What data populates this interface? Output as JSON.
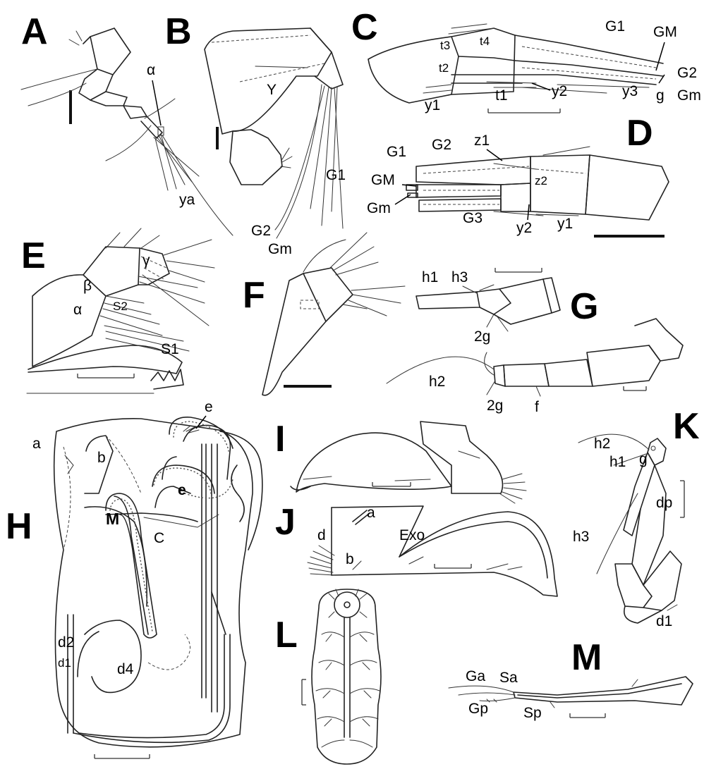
{
  "panels": {
    "A": {
      "letter": "A",
      "labels": {
        "alpha": "α",
        "ya": "ya"
      }
    },
    "B": {
      "letter": "B",
      "labels": {
        "gamma": "Y",
        "G1": "G1",
        "G2": "G2",
        "Gm": "Gm"
      }
    },
    "C": {
      "letter": "C",
      "labels": {
        "G1": "G1",
        "GM": "GM",
        "t3": "t3",
        "t4": "t4",
        "t2": "t2",
        "G2": "G2",
        "y2": "y2",
        "y3": "y3",
        "y1": "y1",
        "t1": "t1",
        "g": "g",
        "Gm": "Gm"
      }
    },
    "D": {
      "letter": "D",
      "labels": {
        "G1": "G1",
        "G2": "G2",
        "z1": "z1",
        "z2": "z2",
        "GM": "GM",
        "Gm": "Gm",
        "G3": "G3",
        "y2": "y2",
        "y1": "y1"
      }
    },
    "E": {
      "letter": "E",
      "labels": {
        "gamma": "γ",
        "beta": "β",
        "alpha": "α",
        "S2": "S2",
        "S1": "S1"
      }
    },
    "F": {
      "letter": "F",
      "labels": {}
    },
    "G": {
      "letter": "G",
      "labels": {
        "h1": "h1",
        "h3": "h3",
        "2g_top": "2g",
        "h2": "h2",
        "2g_bottom": "2g",
        "f": "f"
      }
    },
    "H": {
      "letter": "H",
      "labels": {
        "a": "a",
        "b": "b",
        "e_top": "e",
        "e_inner": "e",
        "M": "M",
        "C": "C",
        "d2": "d2",
        "d1": "d1",
        "d4": "d4"
      }
    },
    "I": {
      "letter": "I",
      "labels": {}
    },
    "J": {
      "letter": "J",
      "labels": {
        "a": "a",
        "d": "d",
        "Exo": "Exo",
        "b": "b"
      }
    },
    "K": {
      "letter": "K",
      "labels": {
        "h2": "h2",
        "h1": "h1",
        "g": "g",
        "h3": "h3",
        "dp": "dp",
        "d1": "d1"
      }
    },
    "L": {
      "letter": "L",
      "labels": {}
    },
    "M": {
      "letter": "M",
      "labels": {
        "Ga": "Ga",
        "Sa": "Sa",
        "Gp": "Gp",
        "Sp": "Sp"
      }
    }
  }
}
